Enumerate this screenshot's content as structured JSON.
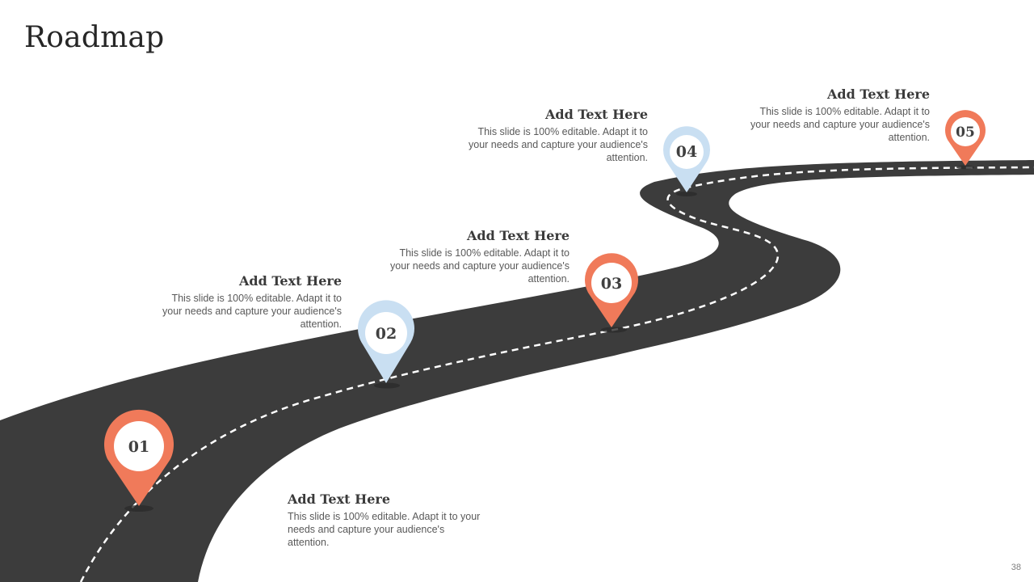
{
  "title": "Roadmap",
  "page_number": "38",
  "colors": {
    "road": "#3c3c3c",
    "dash": "#ffffff",
    "accent": "#f07a5a",
    "light": "#c9dff2"
  },
  "milestones": [
    {
      "number": "01",
      "color": "accent",
      "heading": "Add Text Here",
      "text": "This slide is 100% editable. Adapt it to your needs and capture your audience's attention."
    },
    {
      "number": "02",
      "color": "light",
      "heading": "Add Text Here",
      "text": "This slide is 100% editable. Adapt it to your needs and capture your audience's attention."
    },
    {
      "number": "03",
      "color": "accent",
      "heading": "Add Text Here",
      "text": "This slide is 100% editable. Adapt it to your needs and capture your audience's attention."
    },
    {
      "number": "04",
      "color": "light",
      "heading": "Add Text Here",
      "text": "This slide is 100% editable. Adapt it to your needs and capture your audience's attention."
    },
    {
      "number": "05",
      "color": "accent",
      "heading": "Add Text Here",
      "text": "This slide is 100% editable. Adapt it to your needs and capture your audience's attention."
    }
  ]
}
